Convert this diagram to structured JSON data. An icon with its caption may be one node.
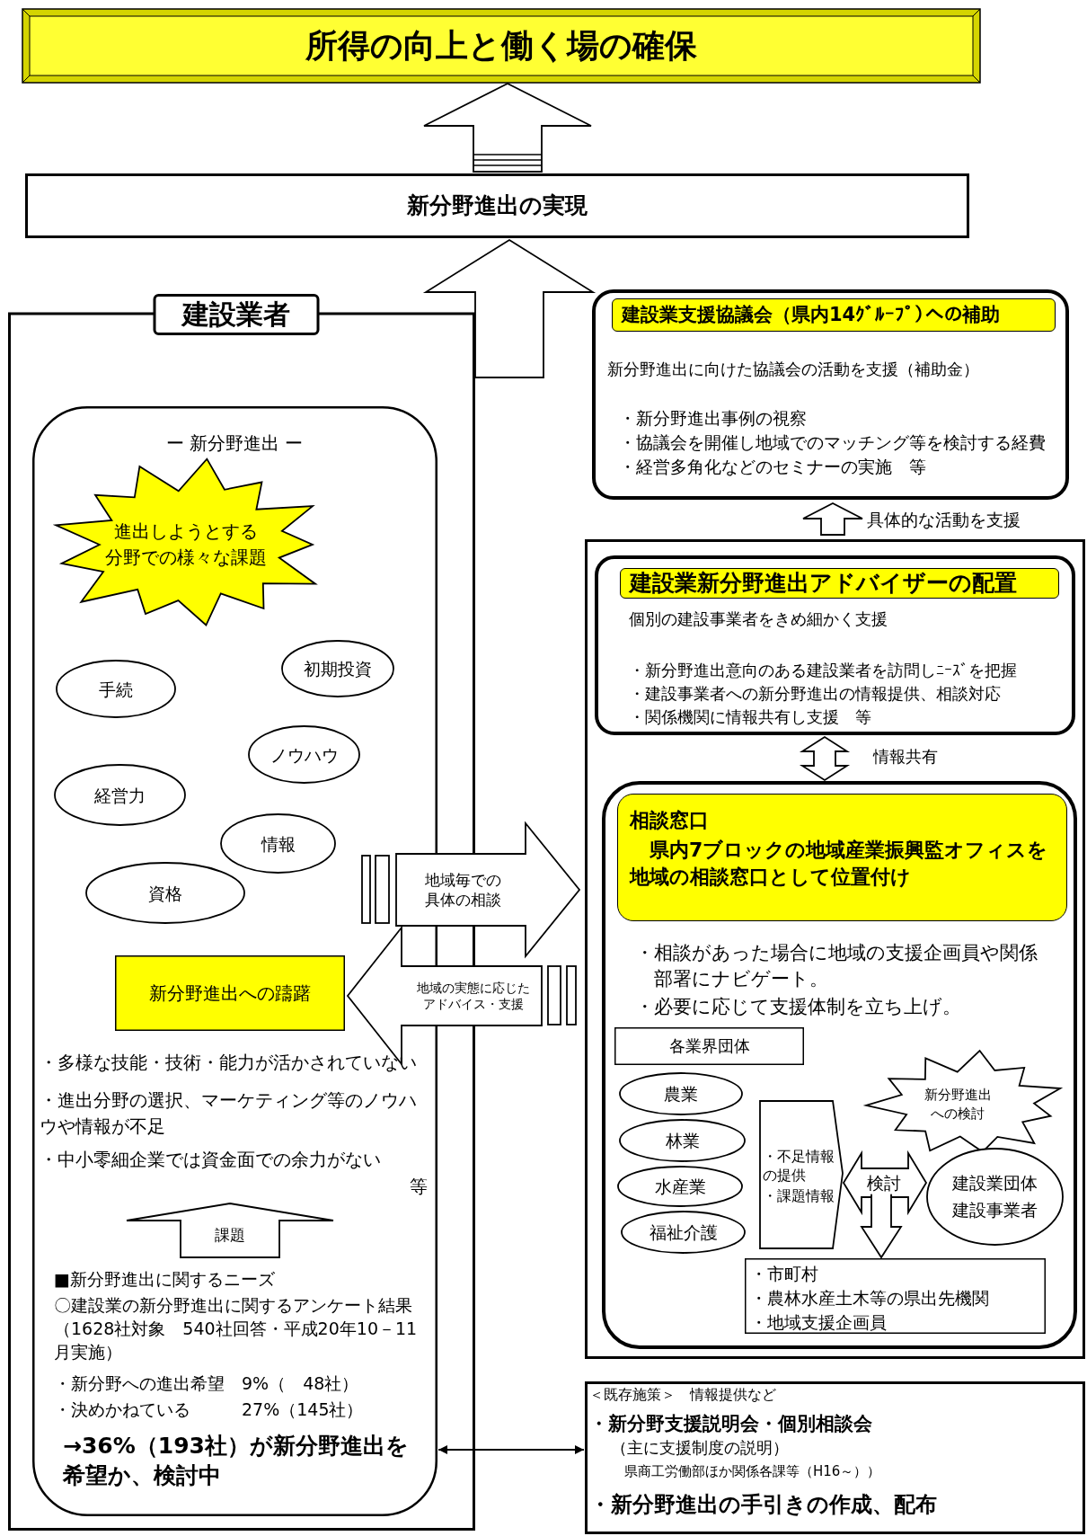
{
  "diagram": {
    "nodes": [
      {
        "text": [
          "所得の向上と働く場の確保"
        ]
      },
      {
        "text": [
          "新分野進出の実現"
        ]
      },
      {
        "text": [
          "建設業者"
        ]
      },
      {
        "text": [
          "ー 新分野進出 ー"
        ],
        "in": 2
      },
      {
        "text": [
          "進出しようとする分野での様々な課題"
        ],
        "in": 3
      },
      {
        "text": [
          "初期投資"
        ],
        "in": 3
      },
      {
        "text": [
          "手続"
        ],
        "in": 3
      },
      {
        "text": [
          "ノウハウ"
        ],
        "in": 3
      },
      {
        "text": [
          "経営力"
        ],
        "in": 3
      },
      {
        "text": [
          "情報"
        ],
        "in": 3
      },
      {
        "text": [
          "資格"
        ],
        "in": 3
      },
      {
        "text": [
          "新分野進出への躊躇"
        ],
        "in": 3
      },
      {
        "text": [
          "・多様な技能・技術・能力が活かされていない",
          "・進出分野の選択、マーケティング等のノウハウや情報が不足",
          "・中小零細企業では資金面での余力がない",
          "等"
        ],
        "in": 3
      },
      {
        "text": [
          "■新分野進出に関するニーズ",
          "〇建設業の新分野進出に関するアンケート結果（1628社対象　540社回答・平成20年10－11月実施）",
          "・新分野への進出希望　9%（　48社）",
          "・決めかねている　　　27%（145社）",
          "→36%（193社）が新分野進出を希望か、検討中"
        ],
        "in": 3
      },
      {
        "text": [
          "建設業支援協議会（県内14ｸﾞﾙｰﾌﾟ）への補助",
          "新分野進出に向けた協議会の活動を支援（補助金）",
          "・新分野進出事例の視察",
          "・協議会を開催し地域でのマッチング等を検討する経費",
          "・経営多角化などのセミナーの実施　等"
        ]
      },
      {
        "text": [],
        "shape": "box"
      },
      {
        "text": [
          "建設業新分野進出アドバイザーの配置",
          "個別の建設事業者をきめ細かく支援",
          "・新分野進出意向のある建設業者を訪問しﾆｰｽﾞを把握",
          "・建設事業者への新分野進出の情報提供、相談対応",
          "・関係機関に情報共有し支援　等"
        ],
        "in": 15
      },
      {
        "text": [
          "相談窓口",
          "県内7ブロックの地域産業振興監オフィスを地域の相談窓口として位置付け",
          "・相談があった場合に地域の支援企画員や関係部署にナビゲート。",
          "・必要に応じて支援体制を立ち上げ。"
        ],
        "in": 15
      },
      {
        "text": [
          "各業界団体"
        ],
        "in": 17
      },
      {
        "text": [
          "農業"
        ],
        "in": 17
      },
      {
        "text": [
          "林業"
        ],
        "in": 17
      },
      {
        "text": [
          "水産業"
        ],
        "in": 17
      },
      {
        "text": [
          "福祉介護"
        ],
        "in": 17
      },
      {
        "text": [
          "・不足情報の提供",
          "・課題情報"
        ],
        "in": 17
      },
      {
        "text": [
          "新分野進出への検討"
        ],
        "in": 17
      },
      {
        "text": [
          "建設業団体",
          "建設事業者"
        ],
        "in": 17
      },
      {
        "text": [
          "・市町村",
          "・農林水産土木等の県出先機関",
          "・地域支援企画員"
        ],
        "in": 17
      },
      {
        "text": [
          "＜既存施策＞　情報提供など",
          "・新分野支援説明会・個別相談会",
          "（主に支援制度の説明）",
          "県商工労働部ほか関係各課等（H16～））",
          "・新分野進出の手引きの作成、配布"
        ]
      }
    ],
    "edges": [
      {
        "from": 1,
        "to": 0,
        "arrow": "to"
      },
      {
        "from": 2,
        "to": 1,
        "arrow": "to"
      },
      {
        "from": 3,
        "to": 15,
        "arrow": "to",
        "label": "地域毎での具体の相談"
      },
      {
        "from": 15,
        "to": 11,
        "arrow": "to",
        "label": "地域の実態に応じたアドバイス・支援"
      },
      {
        "from": 15,
        "to": 14,
        "arrow": "to",
        "label": "具体的な活動を支援"
      },
      {
        "from": 16,
        "to": 17,
        "arrow": "both",
        "label": "情報共有"
      },
      {
        "from": 13,
        "to": 12,
        "arrow": "to",
        "label": "課題"
      },
      {
        "from": 3,
        "to": 27,
        "arrow": "both"
      },
      {
        "from": 23,
        "to": 25,
        "arrow": "both",
        "label": "検討"
      },
      {
        "from": null,
        "to": 26,
        "arrow": "to"
      }
    ]
  }
}
